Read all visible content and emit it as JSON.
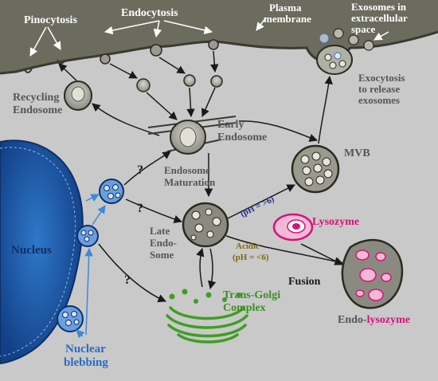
{
  "labels": {
    "pinocytosis": "Pinocytosis",
    "endocytosis": "Endocytosis",
    "plasma_line1": "Plasma",
    "plasma_line2": "membrane",
    "exosomes_line1": "Exosomes in",
    "exosomes_line2": "extracellular",
    "exosomes_line3": "space",
    "exocytosis_line1": "Exocytosis",
    "exocytosis_line2": "to release",
    "exocytosis_line3": "exosomes",
    "recycling_line1": "Recycling",
    "recycling_line2": "Endosome",
    "early_line1": "Early",
    "early_line2": "Endosome",
    "maturation_line1": "Endosome",
    "maturation_line2": "Maturation",
    "mvb": "MVB",
    "late_line1": "Late",
    "late_line2": "Endo-",
    "late_line3": "Some",
    "ph_high": "(pH = >6)",
    "acidic": "Acidic",
    "ph_low": "(pH = <6)",
    "lysozyme": "Lysozyme",
    "fusion": "Fusion",
    "endo_prefix": "Endo-",
    "endo_suffix": "lysozyme",
    "nucleus": "Nucleus",
    "trans_golgi_line1": "Trans-Golgi",
    "trans_golgi_line2": "Complex",
    "nuclear_line1": "Nuclear",
    "nuclear_line2": "blebbing",
    "question": "?"
  },
  "colors": {
    "background": "#c9c9c9",
    "membrane": "#5a5a4e",
    "nucleus": "#1d5aa8",
    "golgi": "#3e9e24",
    "lysozyme": "#d6137a",
    "label_gray": "#555555",
    "label_green": "#3c8f1f",
    "label_blue": "#2a6cc4",
    "label_navy": "#1f2f8f",
    "label_olive": "#7a6a10",
    "label_white": "#ffffff"
  }
}
